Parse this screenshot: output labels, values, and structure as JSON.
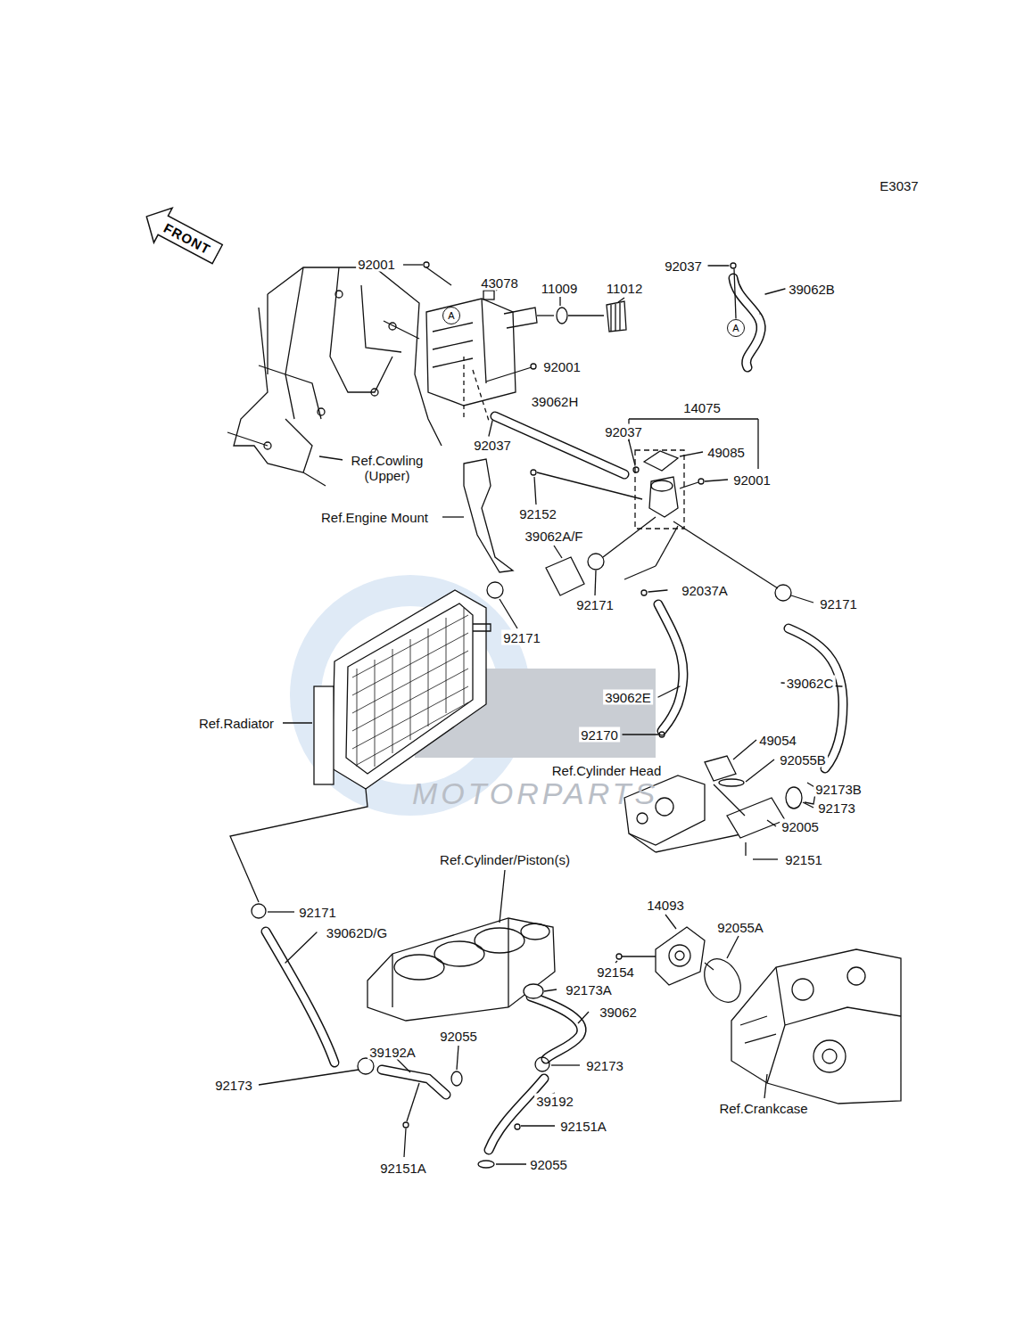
{
  "diagram": {
    "nodes": [
      {
        "text": [
          "FRONT"
        ]
      },
      {
        "text": [
          "A"
        ]
      },
      {
        "text": [
          "A"
        ]
      }
    ],
    "labels": [
      "E3037",
      "92001",
      "43078",
      "11009",
      "11012",
      "92037",
      "39062B",
      "92001",
      "92037",
      "39062H",
      "92037",
      "14075",
      "49085",
      "92001",
      "Ref.Cowling (Upper)",
      "92152",
      "Ref.Engine Mount",
      "39062A/F",
      "92037A",
      "92171",
      "92171",
      "92171",
      "39062E",
      "39062C",
      "Ref.Radiator",
      "92170",
      "49054",
      "Ref.Cylinder Head",
      "92055B",
      "92173B",
      "92173",
      "92005",
      "92151",
      "Ref.Cylinder/Piston(s)",
      "92171",
      "39062D/G",
      "14093",
      "92055A",
      "92154",
      "92173A",
      "39062",
      "92055",
      "39192A",
      "92173",
      "92173",
      "39192",
      "92151A",
      "92151A",
      "92055",
      "Ref.Crankcase",
      "MOTORPARTS"
    ]
  }
}
